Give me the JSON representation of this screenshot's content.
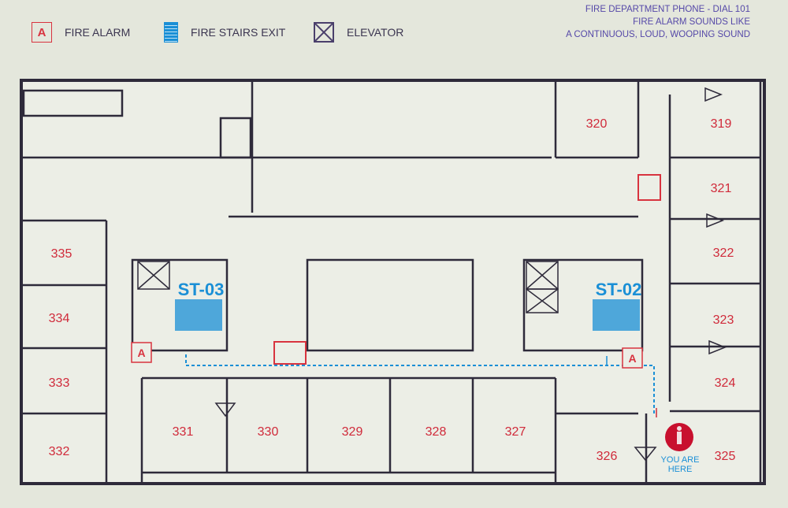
{
  "legend": {
    "fire_alarm": {
      "symbol": "A",
      "label": "FIRE ALARM"
    },
    "fire_stairs_exit": {
      "label": "FIRE STAIRS EXIT"
    },
    "elevator": {
      "label": "ELEVATOR"
    }
  },
  "info": {
    "line1": "FIRE DEPARTMENT PHONE - DIAL 101",
    "line2": "FIRE ALARM  SOUNDS LIKE",
    "line3": "A CONTINUOUS, LOUD, WOOPING SOUND"
  },
  "stairs": [
    "ST-03",
    "ST-02"
  ],
  "rooms": [
    "320",
    "319",
    "321",
    "322",
    "323",
    "324",
    "325",
    "326",
    "327",
    "328",
    "329",
    "330",
    "331",
    "332",
    "333",
    "334",
    "335"
  ],
  "alarm_symbol": "A",
  "you_are_here": "YOU ARE HERE",
  "colors": {
    "wall": "#2e2a3a",
    "room_label": "#d02a3a",
    "route": "#1a8fd6",
    "alarm": "#d8333f"
  }
}
